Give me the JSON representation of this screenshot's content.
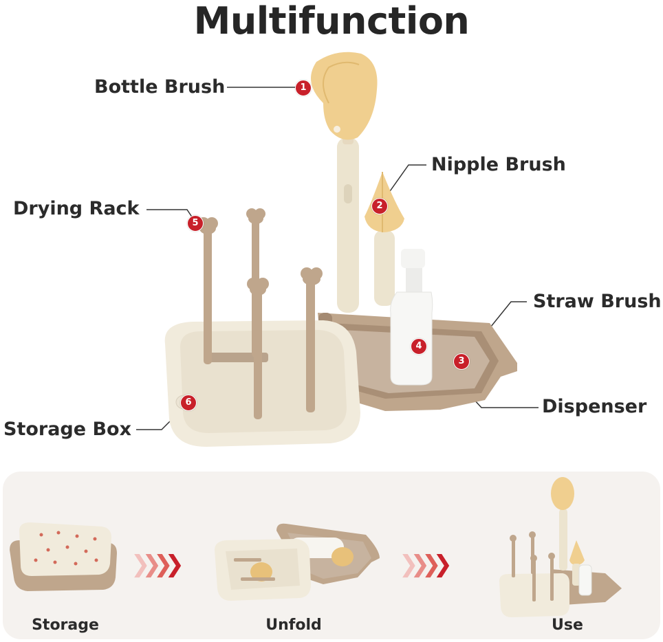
{
  "title": "Multifunction",
  "parts": {
    "bottle_brush": {
      "number": "1",
      "label": "Bottle Brush"
    },
    "nipple_brush": {
      "number": "2",
      "label": "Nipple Brush"
    },
    "straw_brush": {
      "number": "3",
      "label": "Straw Brush"
    },
    "dispenser": {
      "number": "4",
      "label": "Dispenser"
    },
    "drying_rack": {
      "number": "5",
      "label": "Drying Rack"
    },
    "storage_box": {
      "number": "6",
      "label": "Storage Box"
    }
  },
  "steps": [
    {
      "label": "Storage"
    },
    {
      "label": "Unfold"
    },
    {
      "label": "Use"
    }
  ],
  "colors": {
    "badge": "#c8202a",
    "box_cream": "#f1ebdc",
    "box_taupe": "#bfa68c",
    "brush_yellow": "#f0cf8f",
    "arrow_red": "#d9413f"
  },
  "icons": {
    "step_arrow": "triple-chevron-right-icon"
  }
}
